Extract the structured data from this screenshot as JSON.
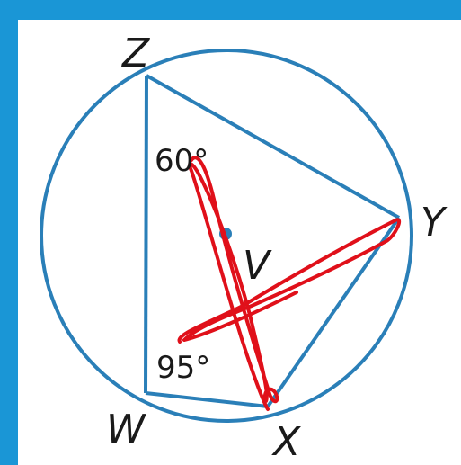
{
  "colors": {
    "frame": "#1a96d6",
    "geometry": "#2a7fb8",
    "ink": "#e0101a",
    "text": "#1a1a1a"
  },
  "points": {
    "z": "Z",
    "y": "Y",
    "x": "X",
    "w": "W",
    "center": "V"
  },
  "angles": {
    "z": "60°",
    "w": "95°"
  }
}
